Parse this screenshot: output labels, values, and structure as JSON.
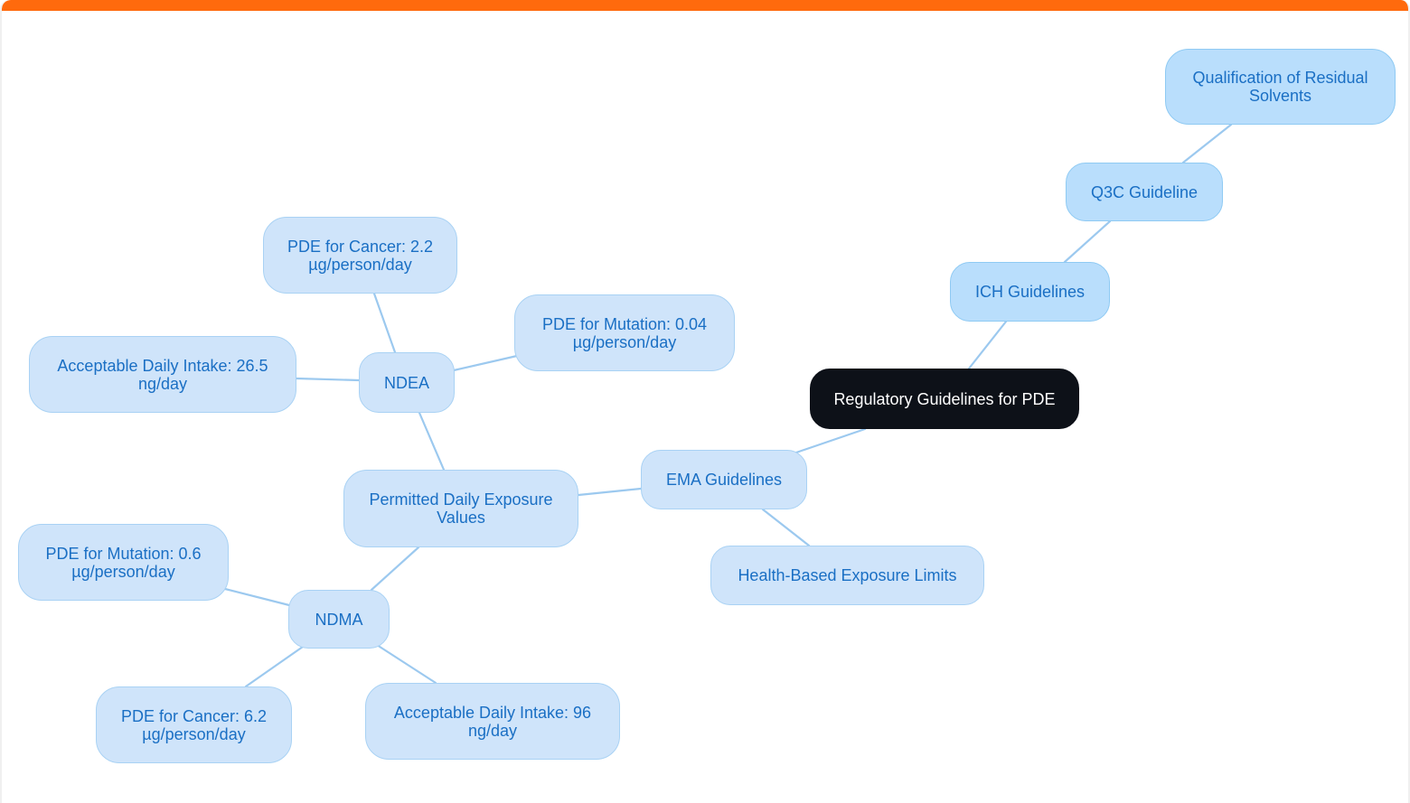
{
  "accent_color": "#ff6a0d",
  "diagram": {
    "root": {
      "label": "Regulatory Guidelines for PDE"
    },
    "nodes": {
      "ich": "ICH Guidelines",
      "q3c": "Q3C Guideline",
      "qualification": "Qualification of Residual Solvents",
      "ema": "EMA Guidelines",
      "health_limits": "Health-Based Exposure Limits",
      "pde_values": "Permitted Daily Exposure Values",
      "ndea": "NDEA",
      "ndea_cancer": "PDE for Cancer: 2.2 µg/person/day",
      "ndea_mutation": "PDE for Mutation: 0.04 µg/person/day",
      "ndea_adi": "Acceptable Daily Intake: 26.5 ng/day",
      "ndma": "NDMA",
      "ndma_mutation": "PDE for Mutation: 0.6 µg/person/day",
      "ndma_cancer": "PDE for Cancer: 6.2 µg/person/day",
      "ndma_adi": "Acceptable Daily Intake: 96 ng/day"
    },
    "edges": [
      [
        "root",
        "ich"
      ],
      [
        "ich",
        "q3c"
      ],
      [
        "q3c",
        "qualification"
      ],
      [
        "root",
        "ema"
      ],
      [
        "ema",
        "health_limits"
      ],
      [
        "ema",
        "pde_values"
      ],
      [
        "pde_values",
        "ndea"
      ],
      [
        "ndea",
        "ndea_cancer"
      ],
      [
        "ndea",
        "ndea_mutation"
      ],
      [
        "ndea",
        "ndea_adi"
      ],
      [
        "pde_values",
        "ndma"
      ],
      [
        "ndma",
        "ndma_mutation"
      ],
      [
        "ndma",
        "ndma_cancer"
      ],
      [
        "ndma",
        "ndma_adi"
      ]
    ]
  }
}
